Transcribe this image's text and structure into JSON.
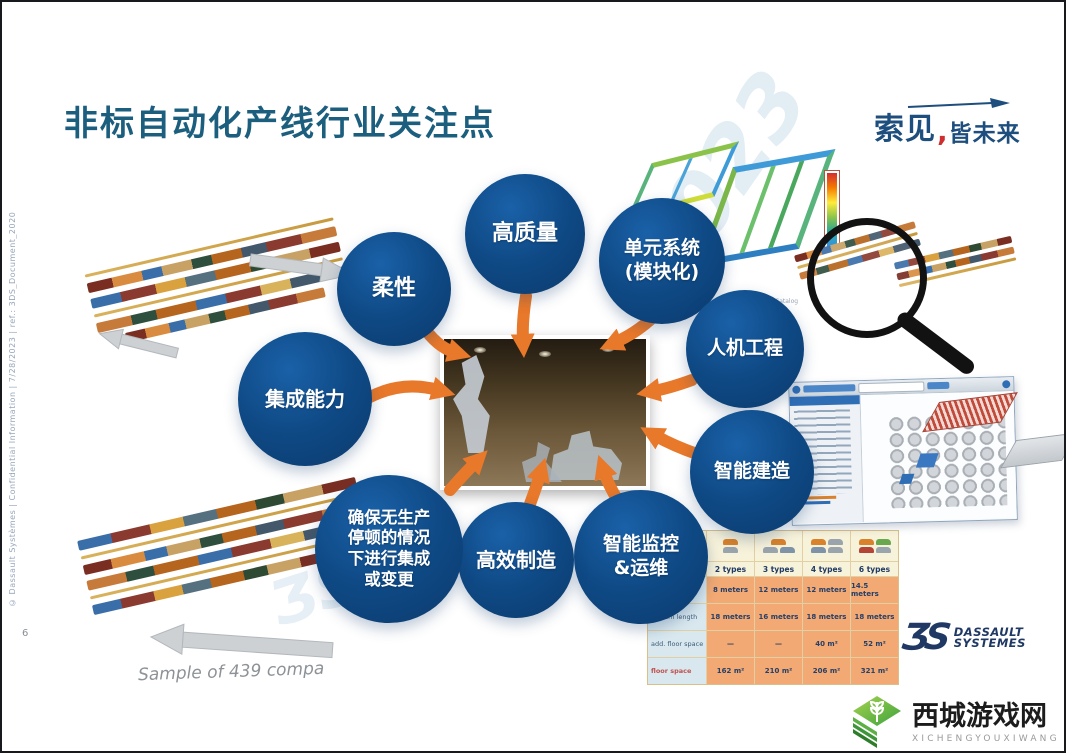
{
  "slide": {
    "title": "非标自动化产线行业关注点",
    "page_number": "6",
    "sample_note": "Sample of 439 compa",
    "copyright": "© Dassault Systèmes | Confidential Information | 7/28/2023 | ref.: 3DS_Document_2020",
    "faint_watermark": "2023"
  },
  "brand_slogan": {
    "left": "索见",
    "comma": ",",
    "right": "皆未来"
  },
  "circles": [
    {
      "label": "柔性"
    },
    {
      "label": "高质量"
    },
    {
      "label": "单元系统\n(模块化)"
    },
    {
      "label": "人机工程"
    },
    {
      "label": "智能建造"
    },
    {
      "label": "智能监控\n&运维"
    },
    {
      "label": "高效制造"
    },
    {
      "label": "确保无生产\n停顿的情况\n下进行集成\n或变更"
    },
    {
      "label": "集成能力"
    }
  ],
  "cad_caption": "Collision Catalog",
  "comparison_table": {
    "col_headers": [
      "2 types",
      "3 types",
      "4 types",
      "6 types"
    ],
    "row_labels": [
      "",
      "system length",
      "add. floor space",
      "floor space"
    ],
    "rows": [
      [
        "8 meters",
        "12 meters",
        "12 meters",
        "14.5 meters"
      ],
      [
        "18 meters",
        "16 meters",
        "18 meters",
        "18 meters"
      ],
      [
        "—",
        "—",
        "40 m²",
        "52 m²"
      ],
      [
        "162 m²",
        "210 m²",
        "206 m²",
        "321 m²"
      ]
    ]
  },
  "vendor_logo": {
    "mark": "ƷS",
    "line1": "DASSAULT",
    "line2": "SYSTEMES"
  },
  "site_badge": {
    "cn": "西城游戏网",
    "en": "XICHENGYOUXIWANG"
  },
  "colors": {
    "circle_blue": "#0f4a86",
    "arrow_orange": "#e8782a",
    "title_teal": "#1b5e7d",
    "navy": "#1f3864",
    "accent_red": "#cf2e2e"
  }
}
